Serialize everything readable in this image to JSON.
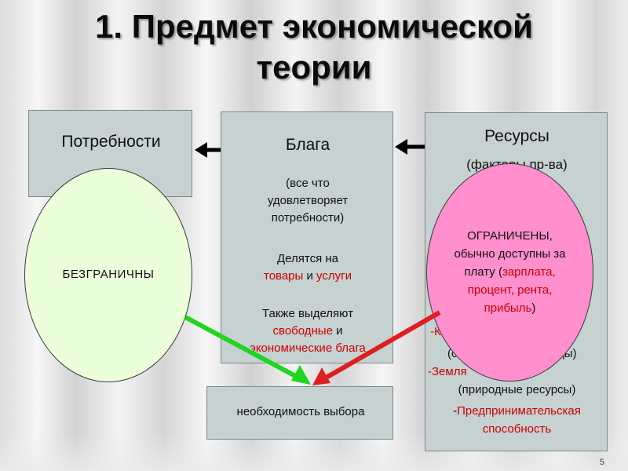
{
  "title": {
    "line1": "1. Предмет экономической",
    "line2": "теории"
  },
  "needs": {
    "heading": "Потребности",
    "ellipse_label": "БЕЗГРАНИЧНЫ"
  },
  "goods": {
    "heading": "Блага",
    "definition": "(все что удовлетворяет потребности)",
    "divided_prefix": "Делятся на",
    "goods_word": "товары",
    "and_word": "и",
    "services_word": "услуги",
    "also_prefix": "Также выделяют",
    "free_word": "свободные",
    "and_word2": "и",
    "economic_goods": "экономические блага"
  },
  "resources": {
    "heading": "Ресурсы",
    "subheading": "(факторы пр-ва)",
    "list_partial_1": "-К",
    "list_partial_2": "(с",
    "list_partial_2_end": "ды)",
    "land_label": "-Земля",
    "natural": "(природные ресурсы)",
    "entrepreneurship_dash": "-",
    "entrepreneurship": "Предпринимательская способность"
  },
  "limited": {
    "line1": "ОГРАНИЧЕНЫ,",
    "line2": "обычно доступны за",
    "line3_prefix": "плату (",
    "salary": "зарплата,",
    "interest_rent": "процент, рента,",
    "profit": "прибыль",
    "close": ")"
  },
  "choice": {
    "label": "необходимость выбора"
  },
  "slide_number": "5",
  "colors": {
    "box_fill": "#c6d1d1",
    "needs_ellipse": "#eaffda",
    "limited_ellipse": "#ff8fcd",
    "accent_red": "#cc0000",
    "arrow_green": "#1fd51f",
    "arrow_red": "#dd1f1f"
  }
}
